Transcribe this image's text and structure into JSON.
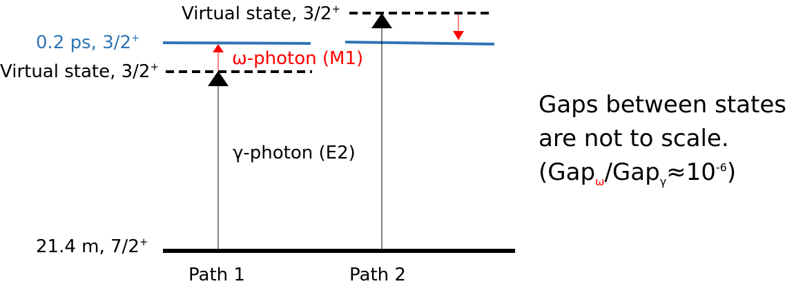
{
  "levels": {
    "ground": {
      "label": "21.4 m, 7/2",
      "spin_sup": "+"
    },
    "excited": {
      "label": "0.2 ps, 3/2",
      "spin_sup": "+"
    },
    "virtual_path1": {
      "label": "Virtual state, 3/2",
      "spin_sup": "+"
    },
    "virtual_path2": {
      "label": "Virtual state, 3/2",
      "spin_sup": "+"
    }
  },
  "transitions": {
    "gamma": "γ-photon (E2)",
    "omega": "ω-photon (M1)"
  },
  "paths": {
    "path1": "Path 1",
    "path2": "Path 2"
  },
  "note": {
    "line1": "Gaps between states",
    "line2": "are not to scale.",
    "line3_prefix": "(Gap",
    "omega_sub": "ω",
    "middle": "/Gap",
    "gamma_sub": "γ",
    "approx": "≈10",
    "exp": "-6",
    "suffix": ")"
  },
  "colors": {
    "level_blue": "#2e75b6",
    "photon_red": "#ff0000",
    "black": "#000000"
  }
}
